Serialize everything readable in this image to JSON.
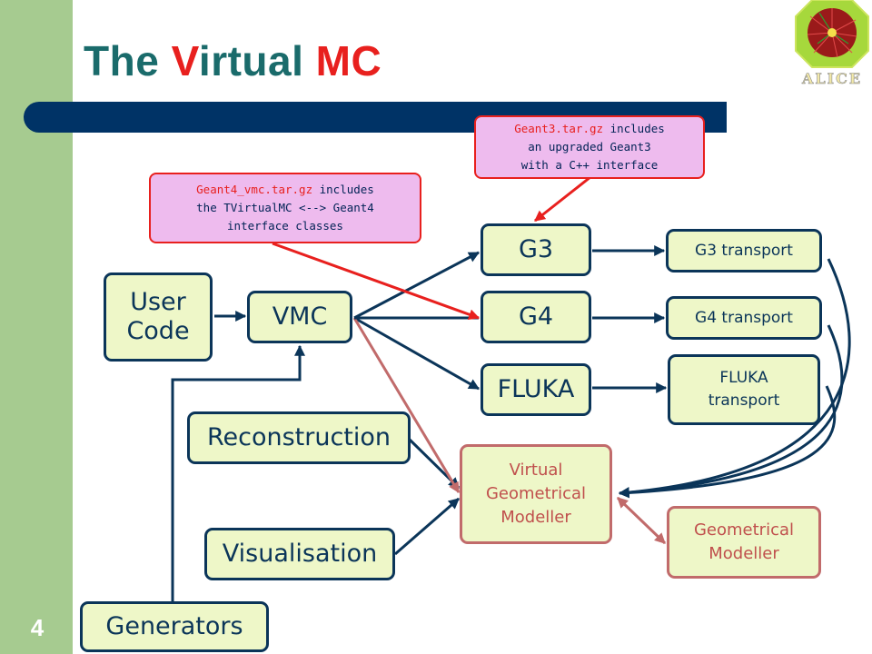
{
  "slide": {
    "number": "4",
    "title_part1": "The ",
    "title_part2": "V",
    "title_part3": "irtual ",
    "title_part4": "MC"
  },
  "logo": {
    "text": "ALICE"
  },
  "colors": {
    "teal": "#1a6b6b",
    "red": "#e8201e",
    "navy": "#003366",
    "sidebar_green": "#a6cb90",
    "box_fill": "#eef7c8",
    "note_fill": "#eebbee",
    "geo_border": "#c16b6b"
  },
  "notes": {
    "geant4": {
      "file": "Geant4_vmc.tar.gz",
      "text1": " includes",
      "line2": "the TVirtualMC <--> Geant4",
      "line3": "interface classes"
    },
    "geant3": {
      "file": "Geant3.tar.gz",
      "text1": " includes",
      "line2": "an upgraded Geant3",
      "line3": "with a C++ interface"
    }
  },
  "nodes": {
    "user_code_1": "User",
    "user_code_2": "Code",
    "vmc": "VMC",
    "g3": "G3",
    "g4": "G4",
    "fluka": "FLUKA",
    "g3_transport": "G3 transport",
    "g4_transport": "G4 transport",
    "fluka_transport_1": "FLUKA",
    "fluka_transport_2": "transport",
    "reconstruction": "Reconstruction",
    "visualisation": "Visualisation",
    "generators": "Generators",
    "vgm_1": "Virtual",
    "vgm_2": "Geometrical",
    "vgm_3": "Modeller",
    "gm_1": "Geometrical",
    "gm_2": "Modeller"
  }
}
